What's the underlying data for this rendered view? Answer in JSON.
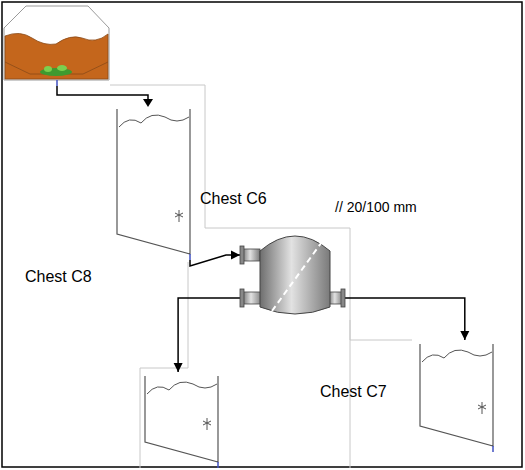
{
  "diagram": {
    "nodes": [
      {
        "text": [
          "Chest C6"
        ]
      },
      {
        "text": [
          "// 20/100 mm"
        ]
      },
      {
        "text": [
          "Chest C8"
        ]
      },
      {
        "text": [
          "Chest C7"
        ]
      }
    ],
    "edges": [
      {
        "from": 0,
        "to": 1,
        "arrow": "to"
      },
      {
        "from": 1,
        "to": 2,
        "arrow": "to"
      },
      {
        "from": 1,
        "to": 3,
        "arrow": "to"
      }
    ]
  }
}
